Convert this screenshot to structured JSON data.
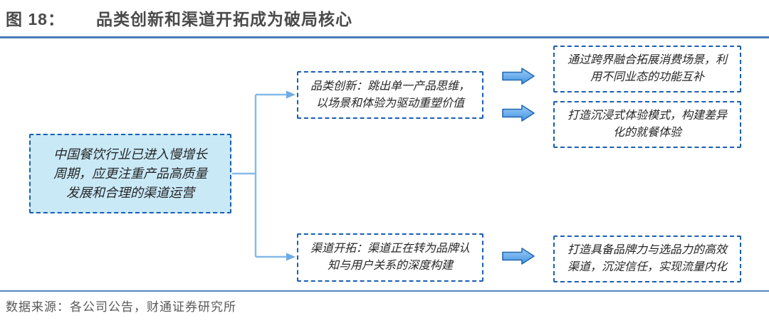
{
  "header": {
    "figure_label": "图 18：",
    "title": "品类创新和渠道开拓成为破局核心"
  },
  "diagram": {
    "root_box": {
      "text": "中国餐饮行业已进入慢增长周期，应更注重产品高质量发展和合理的渠道运营"
    },
    "branch_boxes": [
      {
        "id": "category-innovation",
        "text": "品类创新：跳出单一产品思维，以场景和体验为驱动重塑价值"
      },
      {
        "id": "channel-expansion",
        "text": "渠道开拓：渠道正在转为品牌认知与用户关系的深度构建"
      }
    ],
    "outcome_boxes": [
      {
        "text": "通过跨界融合拓展消费场景，利用不同业态的功能互补"
      },
      {
        "text": "打造沉浸式体验模式，构建差异化的就餐体验"
      },
      {
        "text": "打造具备品牌力与选品力的高效渠道，沉淀信任，实现流量内化"
      }
    ]
  },
  "footer": {
    "source": "数据来源：各公司公告，财通证券研究所"
  },
  "colors": {
    "accent_rule": "#4b7cba",
    "box_border_blue": "#1a5fb0",
    "root_box_fill": "#c9e9f7",
    "connector_blue": "#85b9e9",
    "arrow_fill_light": "#9ccbf4",
    "arrow_fill_dark": "#4496e6",
    "arrow_outline": "#2268b0",
    "title_text": "#4a4a4a",
    "source_text": "#595959"
  }
}
